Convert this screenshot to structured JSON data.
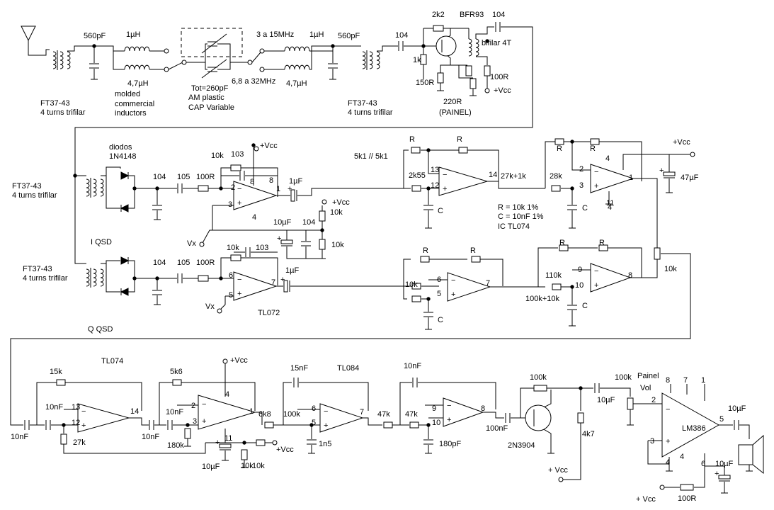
{
  "labels": [
    {
      "id": "l01",
      "text": "560pF"
    },
    {
      "id": "l02",
      "text": "1µH"
    },
    {
      "id": "l03",
      "text": "4,7µH"
    },
    {
      "id": "l04",
      "text": "Tot=260pF"
    },
    {
      "id": "l05",
      "text": "AM plastic"
    },
    {
      "id": "l06",
      "text": "CAP Variable"
    },
    {
      "id": "l07",
      "text": "3 a 15MHz"
    },
    {
      "id": "l08",
      "text": "6,8 a 32MHz"
    },
    {
      "id": "l09",
      "text": "1µH"
    },
    {
      "id": "l10",
      "text": "4,7µH"
    },
    {
      "id": "l11",
      "text": "560pF"
    },
    {
      "id": "l12",
      "text": "104"
    },
    {
      "id": "l13",
      "text": "2k2"
    },
    {
      "id": "l14",
      "text": "BFR93"
    },
    {
      "id": "l15",
      "text": "104"
    },
    {
      "id": "l16",
      "text": "bifilar 4T"
    },
    {
      "id": "l17",
      "text": "1k"
    },
    {
      "id": "l18",
      "text": "150R"
    },
    {
      "id": "l19",
      "text": "100R"
    },
    {
      "id": "l20",
      "text": "+Vcc"
    },
    {
      "id": "l21",
      "text": "220R"
    },
    {
      "id": "l22",
      "text": "(PAINEL)"
    },
    {
      "id": "l23",
      "text": "FT37-43"
    },
    {
      "id": "l24",
      "text": "4 turns trifilar"
    },
    {
      "id": "l25",
      "text": "molded"
    },
    {
      "id": "l26",
      "text": "commercial"
    },
    {
      "id": "l27",
      "text": "inductors"
    },
    {
      "id": "l28",
      "text": "FT37-43"
    },
    {
      "id": "l29",
      "text": "4 turns trifilar"
    },
    {
      "id": "l30",
      "text": "diodos"
    },
    {
      "id": "l31",
      "text": "1N4148"
    },
    {
      "id": "l32",
      "text": "FT37-43"
    },
    {
      "id": "l33",
      "text": "4 turns trifilar"
    },
    {
      "id": "l34",
      "text": "I QSD"
    },
    {
      "id": "l35",
      "text": "104"
    },
    {
      "id": "l36",
      "text": "105"
    },
    {
      "id": "l37",
      "text": "100R"
    },
    {
      "id": "l38",
      "text": "10k"
    },
    {
      "id": "l39",
      "text": "103"
    },
    {
      "id": "l40",
      "text": "+Vcc"
    },
    {
      "id": "l41",
      "text": "1µF"
    },
    {
      "id": "l42",
      "text": "+Vcc"
    },
    {
      "id": "l43",
      "text": "10µF"
    },
    {
      "id": "l44",
      "text": "104"
    },
    {
      "id": "l45",
      "text": "10k"
    },
    {
      "id": "l46",
      "text": "10k"
    },
    {
      "id": "l47",
      "text": "Vx"
    },
    {
      "id": "l48",
      "text": "5k1 // 5k1"
    },
    {
      "id": "l49",
      "text": "R"
    },
    {
      "id": "l50",
      "text": "R"
    },
    {
      "id": "l51",
      "text": "2k55"
    },
    {
      "id": "l52",
      "text": "C"
    },
    {
      "id": "l53",
      "text": "27k+1k"
    },
    {
      "id": "l54",
      "text": "28k"
    },
    {
      "id": "l55",
      "text": "C"
    },
    {
      "id": "l56",
      "text": "R"
    },
    {
      "id": "l57",
      "text": "R"
    },
    {
      "id": "l58",
      "text": "+Vcc"
    },
    {
      "id": "l59",
      "text": "47µF"
    },
    {
      "id": "l60",
      "text": "R = 10k 1%"
    },
    {
      "id": "l61",
      "text": "C = 10nF 1%"
    },
    {
      "id": "l62",
      "text": "IC TL074"
    },
    {
      "id": "l63",
      "text": "FT37-43"
    },
    {
      "id": "l64",
      "text": "4 turns trifilar"
    },
    {
      "id": "l65",
      "text": "Q QSD"
    },
    {
      "id": "l66",
      "text": "104"
    },
    {
      "id": "l67",
      "text": "105"
    },
    {
      "id": "l68",
      "text": "100R"
    },
    {
      "id": "l69",
      "text": "10k"
    },
    {
      "id": "l70",
      "text": "103"
    },
    {
      "id": "l71",
      "text": "1µF"
    },
    {
      "id": "l72",
      "text": "Vx"
    },
    {
      "id": "l73",
      "text": "TL072"
    },
    {
      "id": "l74",
      "text": "R"
    },
    {
      "id": "l75",
      "text": "R"
    },
    {
      "id": "l76",
      "text": "10k"
    },
    {
      "id": "l77",
      "text": "C"
    },
    {
      "id": "l78",
      "text": "R"
    },
    {
      "id": "l79",
      "text": "R"
    },
    {
      "id": "l80",
      "text": "110k"
    },
    {
      "id": "l81",
      "text": "100k+10k"
    },
    {
      "id": "l82",
      "text": "C"
    },
    {
      "id": "l83",
      "text": "10k"
    },
    {
      "id": "l84",
      "text": "15k"
    },
    {
      "id": "l85",
      "text": "TL074"
    },
    {
      "id": "l86",
      "text": "10nF"
    },
    {
      "id": "l87",
      "text": "10nF"
    },
    {
      "id": "l88",
      "text": "27k"
    },
    {
      "id": "l89",
      "text": "5k6"
    },
    {
      "id": "l90",
      "text": "10nF"
    },
    {
      "id": "l91",
      "text": "10nF"
    },
    {
      "id": "l92",
      "text": "180k"
    },
    {
      "id": "l93",
      "text": "+Vcc"
    },
    {
      "id": "l94",
      "text": "6k8"
    },
    {
      "id": "l95",
      "text": "10µF"
    },
    {
      "id": "l96",
      "text": "10k"
    },
    {
      "id": "l97",
      "text": "10k"
    },
    {
      "id": "l98",
      "text": "+Vcc"
    },
    {
      "id": "l99",
      "text": "15nF"
    },
    {
      "id": "l100",
      "text": "TL084"
    },
    {
      "id": "l101",
      "text": "100k"
    },
    {
      "id": "l102",
      "text": "1n5"
    },
    {
      "id": "l103",
      "text": "47k"
    },
    {
      "id": "l104",
      "text": "10nF"
    },
    {
      "id": "l105",
      "text": "47k"
    },
    {
      "id": "l106",
      "text": "180pF"
    },
    {
      "id": "l107",
      "text": "100nF"
    },
    {
      "id": "l108",
      "text": "100k"
    },
    {
      "id": "l109",
      "text": "2N3904"
    },
    {
      "id": "l110",
      "text": "4k7"
    },
    {
      "id": "l111",
      "text": "+ Vcc"
    },
    {
      "id": "l112",
      "text": "10µF"
    },
    {
      "id": "l113",
      "text": "100k"
    },
    {
      "id": "l114",
      "text": "Painel"
    },
    {
      "id": "l115",
      "text": "Vol"
    },
    {
      "id": "l116",
      "text": "LM386"
    },
    {
      "id": "l117",
      "text": "10µF"
    },
    {
      "id": "l118",
      "text": "10µF"
    },
    {
      "id": "l119",
      "text": "+ Vcc"
    },
    {
      "id": "l120",
      "text": "100R"
    }
  ],
  "pins": [
    {
      "id": "p01",
      "text": "8"
    },
    {
      "id": "p02",
      "text": "2"
    },
    {
      "id": "p03",
      "text": "3"
    },
    {
      "id": "p04",
      "text": "1"
    },
    {
      "id": "p05",
      "text": "4"
    },
    {
      "id": "p06",
      "text": "13"
    },
    {
      "id": "p07",
      "text": "12"
    },
    {
      "id": "p08",
      "text": "14"
    },
    {
      "id": "p09",
      "text": "4"
    },
    {
      "id": "p10",
      "text": "2"
    },
    {
      "id": "p11",
      "text": "3"
    },
    {
      "id": "p12",
      "text": "1"
    },
    {
      "id": "p13",
      "text": "11"
    },
    {
      "id": "p14",
      "text": "6"
    },
    {
      "id": "p15",
      "text": "5"
    },
    {
      "id": "p16",
      "text": "7"
    },
    {
      "id": "p17",
      "text": "6"
    },
    {
      "id": "p18",
      "text": "5"
    },
    {
      "id": "p19",
      "text": "7"
    },
    {
      "id": "p20",
      "text": "9"
    },
    {
      "id": "p21",
      "text": "10"
    },
    {
      "id": "p22",
      "text": "8"
    },
    {
      "id": "p23",
      "text": "13"
    },
    {
      "id": "p24",
      "text": "12"
    },
    {
      "id": "p25",
      "text": "14"
    },
    {
      "id": "p26",
      "text": "4"
    },
    {
      "id": "p27",
      "text": "2"
    },
    {
      "id": "p28",
      "text": "3"
    },
    {
      "id": "p29",
      "text": "1"
    },
    {
      "id": "p30",
      "text": "11"
    },
    {
      "id": "p31",
      "text": "6"
    },
    {
      "id": "p32",
      "text": "5"
    },
    {
      "id": "p33",
      "text": "7"
    },
    {
      "id": "p34",
      "text": "9"
    },
    {
      "id": "p35",
      "text": "10"
    },
    {
      "id": "p36",
      "text": "8"
    },
    {
      "id": "p37",
      "text": "8"
    },
    {
      "id": "p38",
      "text": "7"
    },
    {
      "id": "p39",
      "text": "1"
    },
    {
      "id": "p40",
      "text": "2"
    },
    {
      "id": "p41",
      "text": "3"
    },
    {
      "id": "p42",
      "text": "4"
    },
    {
      "id": "p43",
      "text": "5"
    },
    {
      "id": "p44",
      "text": "6"
    },
    {
      "id": "p45",
      "text": "4"
    },
    {
      "id": "p46",
      "text": "8"
    },
    {
      "id": "p47",
      "text": "4"
    }
  ]
}
